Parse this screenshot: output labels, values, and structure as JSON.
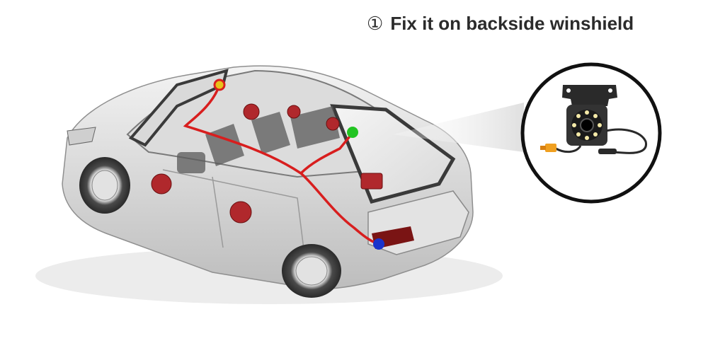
{
  "caption": {
    "number": "①",
    "text": "Fix it on backside winshield"
  },
  "illustration": {
    "subject": "car-cutaway-with-camera-wiring",
    "colors": {
      "body": "#e6e6e6",
      "body_shade": "#c9c9c9",
      "wire": "#d81e1e",
      "speaker": "#b0282c",
      "marker_front": "#e8c21a",
      "marker_front_ring": "#d81e1e",
      "marker_middle": "#22c422",
      "marker_rear": "#1a33cc",
      "camera": "#2a2a2a",
      "camera_led": "#f4e9a8",
      "connector": "#f0a020"
    }
  }
}
